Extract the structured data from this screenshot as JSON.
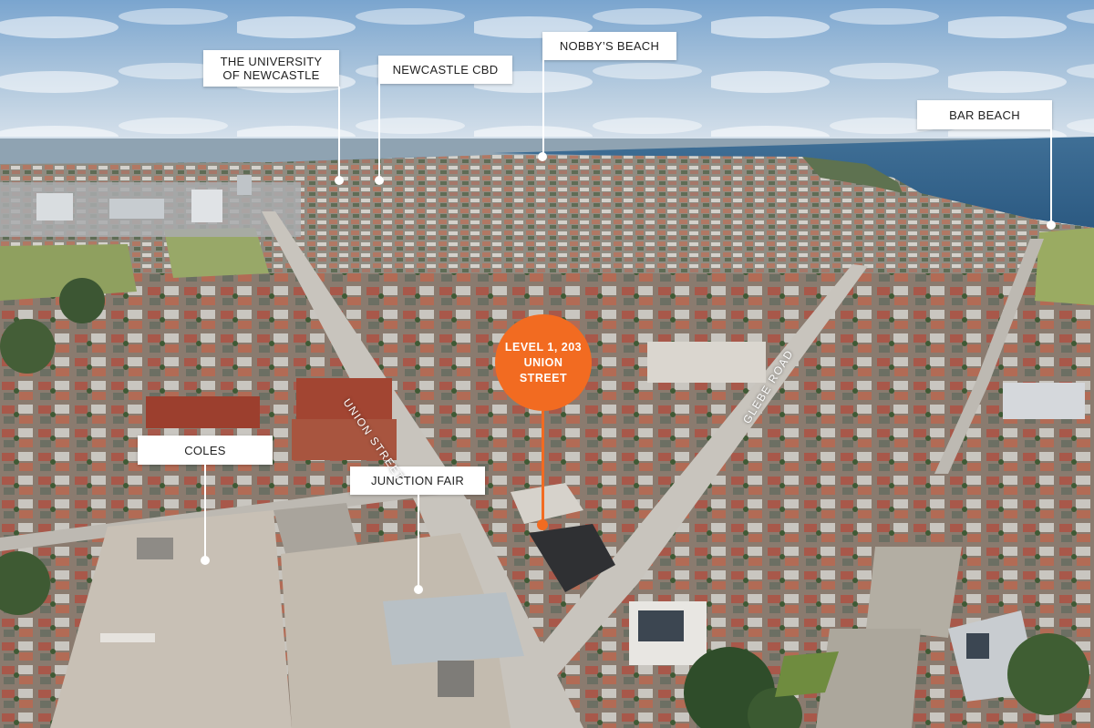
{
  "callouts": {
    "university": "THE UNIVERSITY\nOF NEWCASTLE",
    "cbd": "NEWCASTLE CBD",
    "nobbys": "NOBBY’S BEACH",
    "bar_beach": "BAR BEACH",
    "coles": "COLES",
    "junction_fair": "JUNCTION FAIR"
  },
  "roads": {
    "union_street": "UNION STREET",
    "glebe_road": "GLEBE ROAD"
  },
  "subject": {
    "label": "LEVEL 1, 203 UNION STREET"
  },
  "colors": {
    "accent": "#f26b21",
    "callout_bg": "#ffffff",
    "callout_text": "#222222"
  }
}
